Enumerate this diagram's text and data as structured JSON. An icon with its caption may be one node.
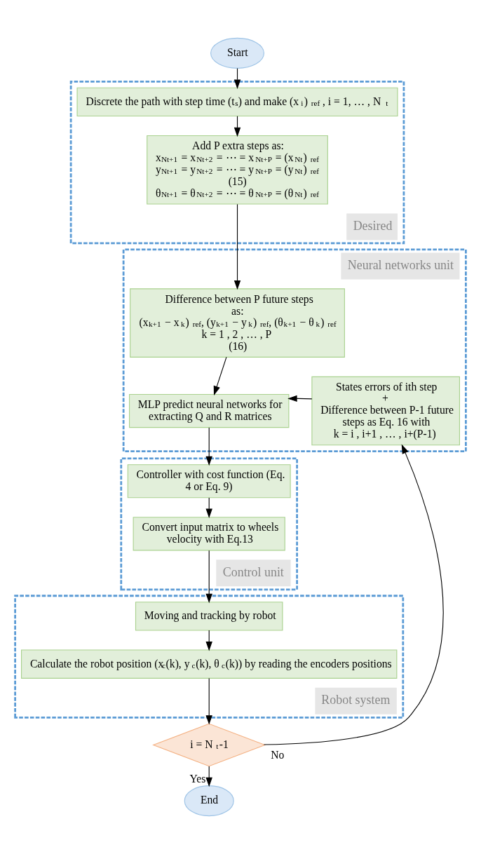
{
  "diagram": {
    "nodes": [
      {
        "text": [
          "Start"
        ]
      },
      {
        "text": [
          "Desired"
        ]
      },
      {
        "text": [
          "Discrete the path with step time (t$_{s}$) and make (x$_{i}$)$_{ref}$ , i = 1, … , N$_{t}$"
        ],
        "in": 1
      },
      {
        "text": [
          "Add P extra steps as:",
          "x$_{Nt+1}$ = x$_{Nt+2}$ = ⋯ = x$_{Nt+P}$ = (x$_{Nt}$)$_{ref}$",
          "y$_{Nt+1}$ = y$_{Nt+2}$ = ⋯ = y$_{Nt+P}$ = (y$_{Nt}$)$_{ref}$",
          "(15)",
          "θ$_{Nt+1}$ = θ$_{Nt+2}$ = ⋯ = θ$_{Nt+P}$ = (θ$_{Nt}$)$_{ref}$"
        ],
        "in": 1
      },
      {
        "text": [
          "Neural networks unit"
        ]
      },
      {
        "text": [
          "Difference between P future steps as:",
          "(x$_{k+1}$ − x$_{k}$)$_{ref}$, (y$_{k+1}$ − y$_{k}$)$_{ref}$, (θ$_{k+1}$ − θ$_{k}$)$_{ref}$",
          "k = 1 , 2 , … , P",
          "(16)"
        ],
        "in": 4
      },
      {
        "text": [
          "MLP predict neural networks for extracting Q and R matrices"
        ],
        "in": 4
      },
      {
        "text": [
          "States errors of ith step",
          "+",
          "Difference between P-1 future steps as Eq. 16 with",
          "k = i , i+1 , … , i+(P-1)"
        ],
        "in": 4
      },
      {
        "text": [
          "Control unit"
        ]
      },
      {
        "text": [
          "Controller with cost function (Eq. 4 or Eq. 9)"
        ],
        "in": 8
      },
      {
        "text": [
          "Convert input matrix to wheels velocity with Eq.13"
        ],
        "in": 8
      },
      {
        "text": [
          "Robot system"
        ]
      },
      {
        "text": [
          "Moving and tracking by robot"
        ],
        "in": 11
      },
      {
        "text": [
          "Calculate the robot position (x$_{c}$(k), y$_{c}$(k), θ$_{c}$(k)) by reading the encoders positions"
        ],
        "in": 11
      },
      {
        "text": [
          "i = N$_{t}$-1"
        ]
      },
      {
        "text": [
          "End"
        ]
      }
    ],
    "edges": [
      {
        "from": 0,
        "to": 2,
        "arrow": "to"
      },
      {
        "from": 2,
        "to": 3,
        "arrow": "to"
      },
      {
        "from": 3,
        "to": 5,
        "arrow": "to"
      },
      {
        "from": 5,
        "to": 6,
        "arrow": "to"
      },
      {
        "from": 7,
        "to": 6,
        "arrow": "to"
      },
      {
        "from": 6,
        "to": 9,
        "arrow": "to"
      },
      {
        "from": 9,
        "to": 10,
        "arrow": "to"
      },
      {
        "from": 10,
        "to": 12,
        "arrow": "to"
      },
      {
        "from": 12,
        "to": 13,
        "arrow": "to"
      },
      {
        "from": 13,
        "to": 14,
        "arrow": "to"
      },
      {
        "from": 14,
        "to": 7,
        "arrow": "to",
        "label": "No"
      },
      {
        "from": 14,
        "to": 15,
        "arrow": "to",
        "label": "Yes"
      }
    ]
  }
}
